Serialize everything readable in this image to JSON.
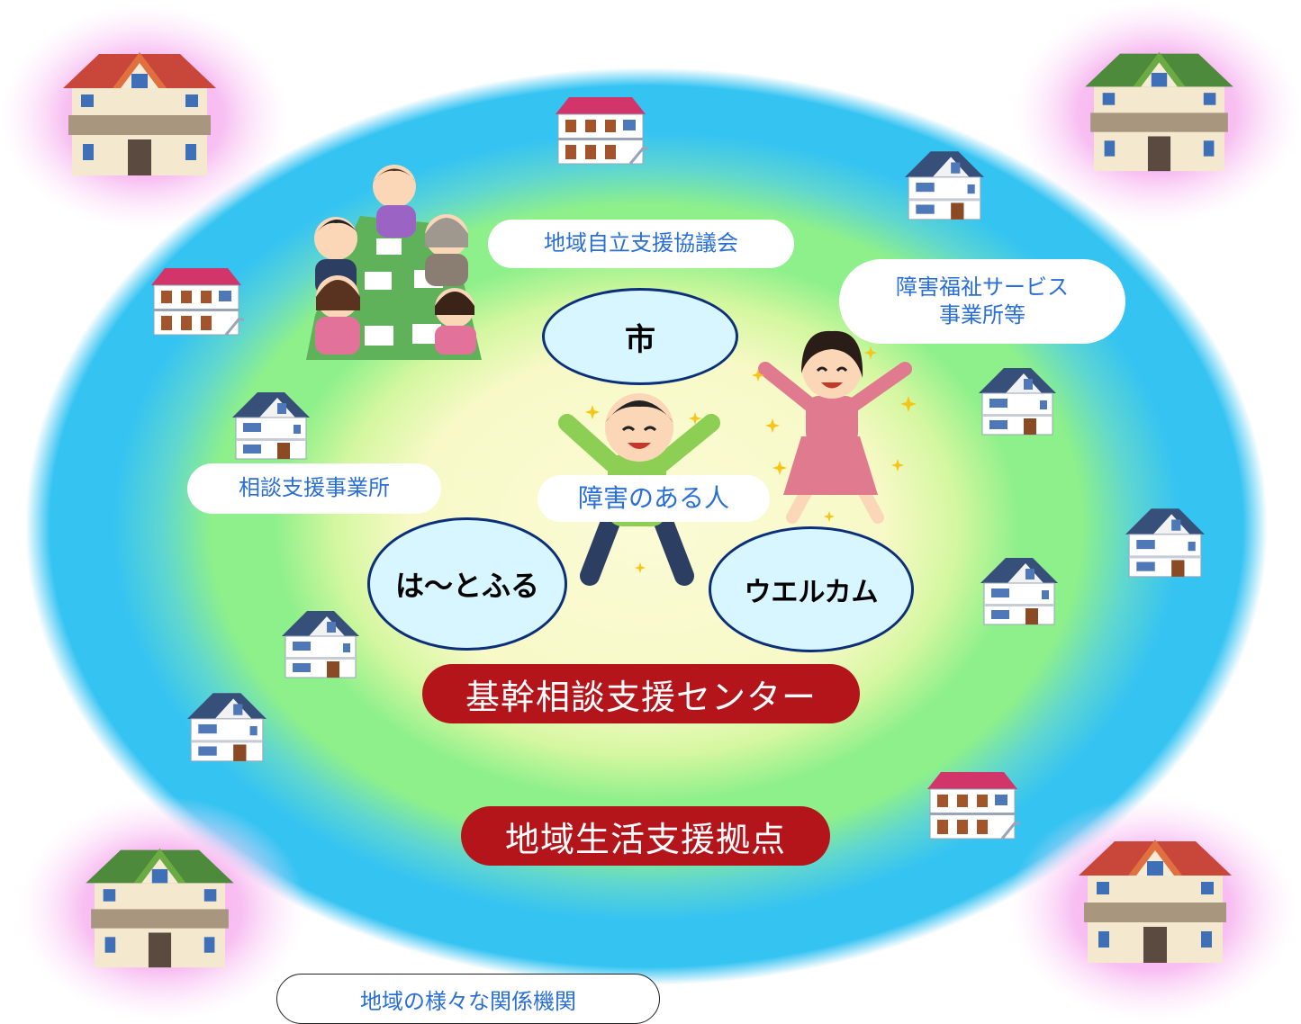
{
  "labels": {
    "council": "地域自立支援協議会",
    "welfare_services": "障害福祉サービス\n事業所等",
    "consultation_office": "相談支援事業所",
    "person_with_disability": "障害のある人",
    "city": "市",
    "heartful": "は〜とふる",
    "welcome": "ウエルカム",
    "core_center": "基幹相談支援センター",
    "regional_base": "地域生活支援拠点",
    "related_agencies": "地域の様々な関係機関"
  },
  "colors": {
    "outer_ring": "#35c3f2",
    "middle_ring": "#8ef08a",
    "inner_core": "#fbfbd6",
    "pink_glow": "#f6a8ee",
    "red_banner": "#b3151b",
    "blue_text": "#2a6fd6"
  },
  "icons": [
    "house-icon",
    "apartment-icon",
    "meeting-people-icon",
    "cheering-boy-icon",
    "cheering-woman-icon",
    "sparkle-icon"
  ]
}
